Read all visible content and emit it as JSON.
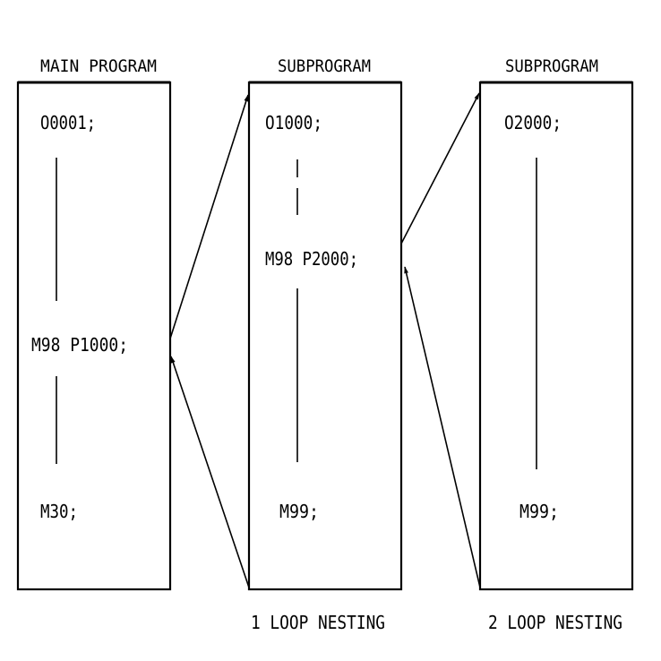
{
  "main_program": {
    "title": "MAIN PROGRAM",
    "program_number": "O0001;",
    "call": "M98 P1000;",
    "end": "M30;"
  },
  "subprogram_1": {
    "title": "SUBPROGRAM",
    "program_number": "O1000;",
    "call": "M98 P2000;",
    "end": "M99;",
    "caption": "1 LOOP NESTING"
  },
  "subprogram_2": {
    "title": "SUBPROGRAM",
    "program_number": "O2000;",
    "end": "M99;",
    "caption": "2 LOOP NESTING"
  }
}
